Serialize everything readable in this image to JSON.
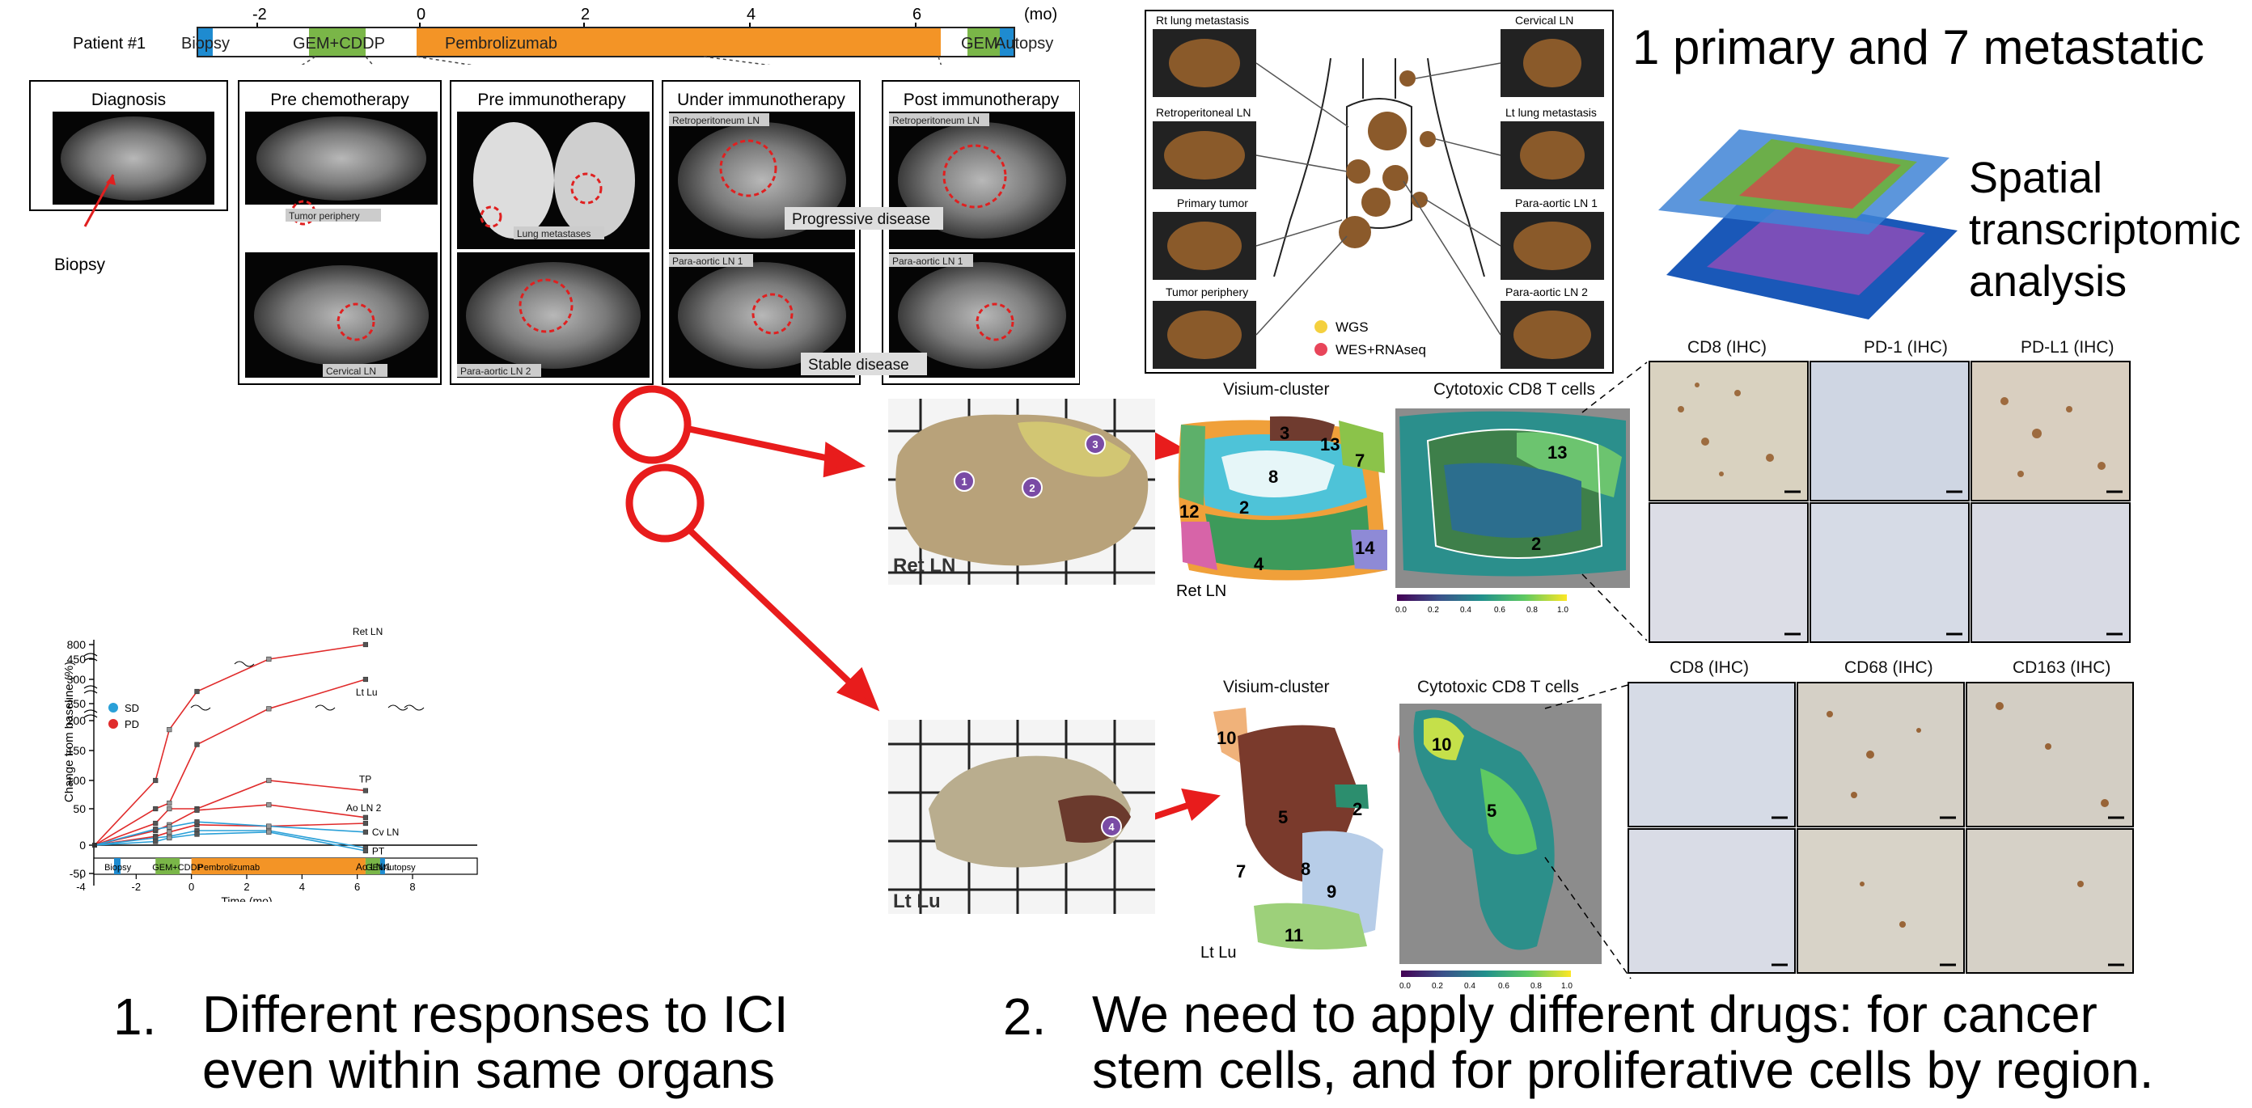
{
  "timeline": {
    "patient": "Patient #1",
    "ticks": [
      "-2",
      "0",
      "2",
      "4",
      "6"
    ],
    "unit": "(mo)",
    "segments": {
      "biopsy": "Biopsy",
      "gem": "GEM+CDDP",
      "pembro": "Pembrolizumab",
      "gem2": "GEM",
      "autopsy": "Autopsy"
    }
  },
  "ct_panels": {
    "diagnosis": "Diagnosis",
    "pre_chemo": "Pre chemotherapy",
    "pre_immuno": "Pre immunotherapy",
    "under_immuno": "Under immunotherapy",
    "post_immuno": "Post immunotherapy",
    "biopsy_arrow": "Biopsy",
    "tumor_periphery": "Tumor periphery",
    "cervical_ln": "Cervical LN",
    "lung_metastases": "Lung metastases",
    "para_aortic_ln2": "Para-aortic LN 2",
    "retroperitoneum_ln": "Retroperitoneum LN",
    "para_aortic_ln1": "Para-aortic LN 1",
    "progressive": "Progressive disease",
    "stable": "Stable disease"
  },
  "sampling": {
    "left": [
      "Rt lung metastasis",
      "Retroperitoneal LN",
      "Primary tumor",
      "Tumor periphery"
    ],
    "right": [
      "Cervical LN",
      "Lt lung metastasis",
      "Para-aortic LN 1",
      "Para-aortic LN 2"
    ],
    "legend": [
      "WGS",
      "WES+RNAseq"
    ],
    "colors": {
      "wgs": "#f4d03f",
      "wes": "#e8455a"
    }
  },
  "headline": "1 primary and 7 metastatic",
  "spatial_label": [
    "Spatial",
    "transcriptomic",
    "analysis"
  ],
  "chart_data": {
    "type": "line",
    "ylabel": "Change from baseline (%)",
    "xlabel": "Time (mo)",
    "x_ticks": [
      "-4",
      "-2",
      "0",
      "2",
      "4",
      "6",
      "8"
    ],
    "y_ticks": [
      "800",
      "450",
      "300",
      "250",
      "200",
      "150",
      "100",
      "50",
      "0",
      "-50"
    ],
    "legend": [
      {
        "name": "SD",
        "color": "#2aa0d8"
      },
      {
        "name": "PD",
        "color": "#e02b2b"
      }
    ],
    "bar": {
      "biopsy": "Biopsy",
      "gem": "GEM+CDDP",
      "pembro": "Pembrolizumab",
      "gem2": "GEM",
      "autopsy": "Autopsy"
    },
    "series": [
      {
        "name": "Ret LN",
        "status": "PD",
        "x": [
          -3.5,
          -1.3,
          -0.8,
          0.2,
          2.8,
          6.3
        ],
        "y": [
          0,
          100,
          185,
          275,
          450,
          800
        ]
      },
      {
        "name": "Lt Lu",
        "status": "PD",
        "x": [
          -3.5,
          -1.3,
          -0.8,
          0.2,
          2.8,
          6.3
        ],
        "y": [
          0,
          50,
          60,
          160,
          235,
          300
        ]
      },
      {
        "name": "TP",
        "status": "PD",
        "x": [
          -3.5,
          -1.3,
          -0.8,
          0.2,
          2.8,
          6.3
        ],
        "y": [
          0,
          30,
          50,
          50,
          100,
          82
        ]
      },
      {
        "name": "Ao LN 2",
        "status": "PD",
        "x": [
          -3.5,
          -1.3,
          -0.8,
          0.2,
          2.8,
          6.3
        ],
        "y": [
          0,
          20,
          28,
          48,
          57,
          38
        ]
      },
      {
        "name": "",
        "status": "PD",
        "x": [
          -3.5,
          -1.3,
          -0.8,
          0.2,
          2.8,
          6.3
        ],
        "y": [
          0,
          12,
          18,
          28,
          26,
          30
        ]
      },
      {
        "name": "Cv LN",
        "status": "SD",
        "x": [
          -3.5,
          -1.3,
          -0.8,
          0.2,
          2.8,
          6.3
        ],
        "y": [
          0,
          22,
          25,
          32,
          26,
          18
        ]
      },
      {
        "name": "PT",
        "status": "SD",
        "x": [
          -3.5,
          -1.3,
          -0.8,
          0.2,
          2.8,
          6.3
        ],
        "y": [
          0,
          10,
          12,
          20,
          20,
          -5
        ]
      },
      {
        "name": "Ao LN 1",
        "status": "SD",
        "x": [
          -3.5,
          -1.3,
          -0.8,
          0.2,
          2.8,
          6.3
        ],
        "y": [
          0,
          5,
          10,
          15,
          18,
          -10
        ]
      }
    ]
  },
  "ret_ln": {
    "label": "Ret LN",
    "spots": [
      "1",
      "2",
      "3"
    ],
    "visium_title": "Visium-cluster",
    "clusters": [
      "3",
      "13",
      "7",
      "8",
      "2",
      "12",
      "4",
      "14"
    ],
    "cd8_title": "Cytotoxic CD8 T cells",
    "cd8_clusters": [
      "13",
      "2"
    ],
    "scale": [
      "0.0",
      "0.2",
      "0.4",
      "0.6",
      "0.8",
      "1.0"
    ],
    "ihc_titles": [
      "CD8 (IHC)",
      "PD-1 (IHC)",
      "PD-L1 (IHC)"
    ]
  },
  "lt_lu": {
    "label": "Lt Lu",
    "spots": [
      "4"
    ],
    "visium_title": "Visium-cluster",
    "clusters": [
      "10",
      "5",
      "2",
      "7",
      "8",
      "9",
      "11"
    ],
    "cd8_title": "Cytotoxic CD8 T cells",
    "cd8_clusters": [
      "10",
      "5"
    ],
    "scale": [
      "0.0",
      "0.2",
      "0.4",
      "0.6",
      "0.8",
      "1.0"
    ],
    "ihc_titles": [
      "CD8 (IHC)",
      "CD68 (IHC)",
      "CD163 (IHC)"
    ]
  },
  "conclusions": [
    {
      "num": "1.",
      "lines": [
        "Different responses to ICI",
        "even within same organs"
      ]
    },
    {
      "num": "2.",
      "lines": [
        "We need to apply different drugs: for cancer",
        "stem cells, and for proliferative cells by region."
      ]
    }
  ]
}
